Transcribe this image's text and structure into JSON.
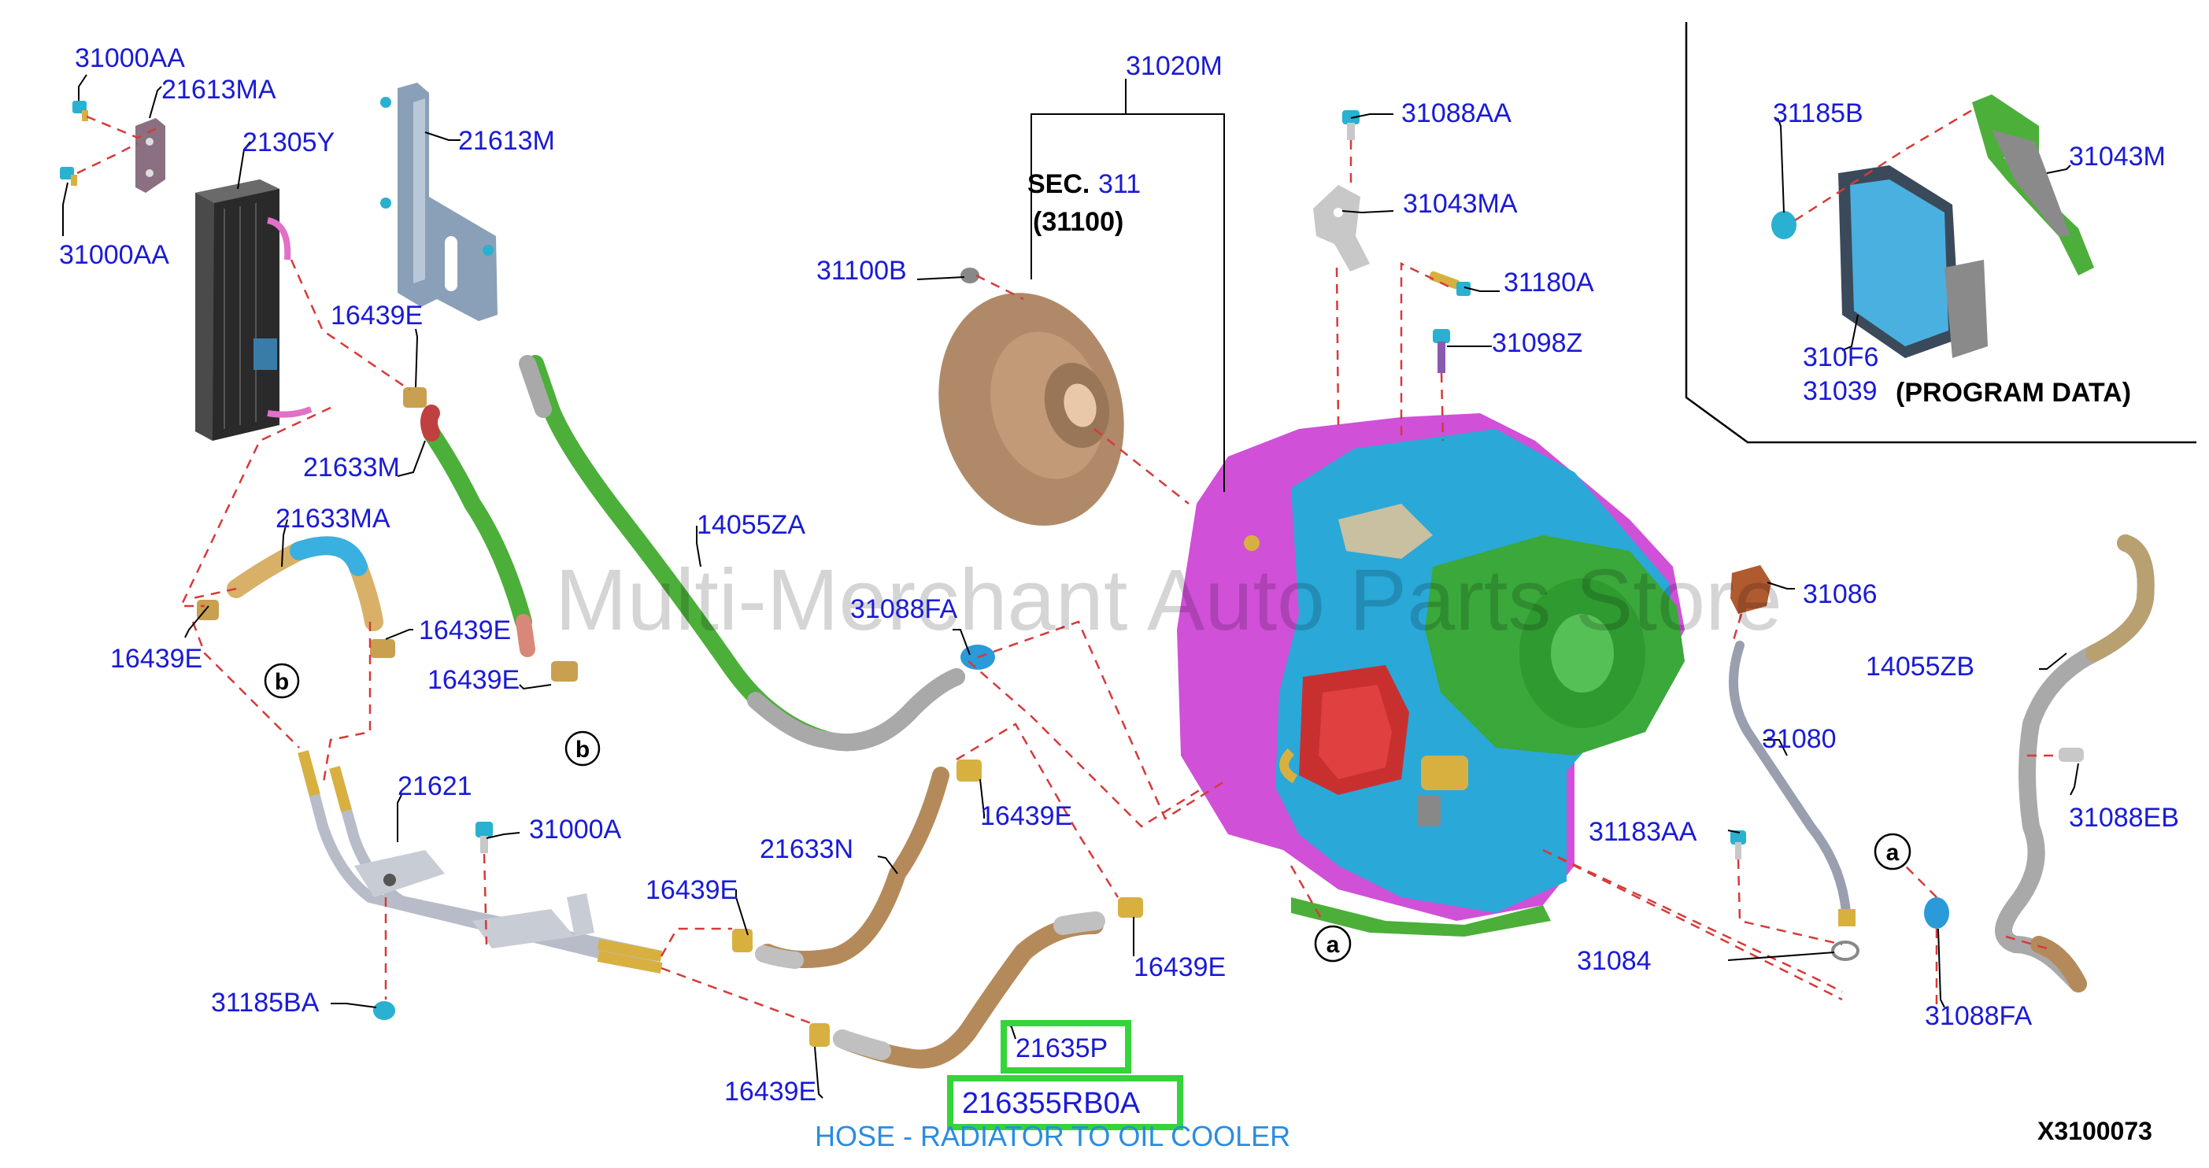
{
  "labels": {
    "l_31000AA_top": "31000AA",
    "l_21613MA": "21613MA",
    "l_21305Y": "21305Y",
    "l_31000AA_bot": "31000AA",
    "l_21613M": "21613M",
    "l_16439E_a": "16439E",
    "l_21633M": "21633M",
    "l_21633MA": "21633MA",
    "l_16439E_b": "16439E",
    "l_16439E_c": "16439E",
    "l_16439E_d": "16439E",
    "l_14055ZA": "14055ZA",
    "l_31088FA_mid": "31088FA",
    "l_21621": "21621",
    "l_31000A": "31000A",
    "l_31185BA": "31185BA",
    "l_21633N": "21633N",
    "l_16439E_e": "16439E",
    "l_16439E_f": "16439E",
    "l_16439E_g": "16439E",
    "l_16439E_h": "16439E",
    "l_31020M": "31020M",
    "l_sec": "SEC.",
    "l_sec_num": "311",
    "l_31100_paren": "(31100)",
    "l_31100B": "31100B",
    "l_31088AA": "31088AA",
    "l_31043MA": "31043MA",
    "l_31180A": "31180A",
    "l_31098Z": "31098Z",
    "l_31086": "31086",
    "l_31080": "31080",
    "l_31183AA": "31183AA",
    "l_31084": "31084",
    "l_14055ZB": "14055ZB",
    "l_31088EB": "31088EB",
    "l_31088FA_right": "31088FA",
    "l_31185B": "31185B",
    "l_31043M": "31043M",
    "l_310F6": "310F6",
    "l_31039": "31039",
    "l_program": "(PROGRAM DATA)",
    "l_21635P": "21635P",
    "l_216355RB0A": "216355RB0A",
    "l_hose_desc": "HOSE - RADIATOR TO OIL COOLER",
    "l_code": "X3100073",
    "ref_a_1": "a",
    "ref_a_2": "a",
    "ref_b_1": "b",
    "ref_b_2": "b"
  },
  "watermark": "Multi-Merchant Auto Parts Store",
  "colors": {
    "label_blue": "#1a1ad6",
    "highlight_green": "#35d43a",
    "desc_blue": "#2a8ce0",
    "leader_red": "#d63a3a",
    "hose_green": "#4caf3a",
    "hose_gray": "#a9a9a9",
    "hose_bronze": "#b58a5a",
    "trans_magenta": "#d050d8",
    "trans_cyan": "#2aa8d8",
    "trans_green": "#3aa83a",
    "torque_converter": "#b08a68",
    "cooler_dark": "#2a2a2a"
  },
  "icons": {
    "ref_a": "circle-letter-icon",
    "ref_b": "circle-letter-icon"
  }
}
